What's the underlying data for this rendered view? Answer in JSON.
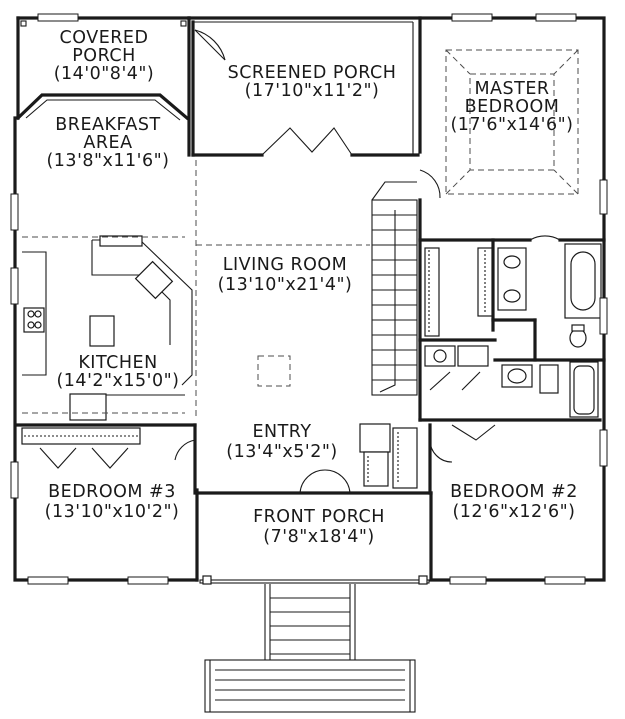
{
  "rooms": {
    "covered_porch": {
      "name_line1": "COVERED",
      "name_line2": "PORCH",
      "dims": "(14'0\"8'4\")"
    },
    "screened_porch": {
      "name": "SCREENED PORCH",
      "dims": "(17'10\"x11'2\")"
    },
    "master_bedroom": {
      "name_line1": "MASTER",
      "name_line2": "BEDROOM",
      "dims": "(17'6\"x14'6\")"
    },
    "breakfast_area": {
      "name_line1": "BREAKFAST",
      "name_line2": "AREA",
      "dims": "(13'8\"x11'6\")"
    },
    "living_room": {
      "name": "LIVING ROOM",
      "dims": "(13'10\"x21'4\")"
    },
    "kitchen": {
      "name": "KITCHEN",
      "dims": "(14'2\"x15'0\")"
    },
    "entry": {
      "name": "ENTRY",
      "dims": "(13'4\"x5'2\")"
    },
    "bedroom_3": {
      "name": "BEDROOM #3",
      "dims": "(13'10\"x10'2\")"
    },
    "front_porch": {
      "name": "FRONT PORCH",
      "dims": "(7'8\"x18'4\")"
    },
    "bedroom_2": {
      "name": "BEDROOM #2",
      "dims": "(12'6\"x12'6\")"
    }
  }
}
